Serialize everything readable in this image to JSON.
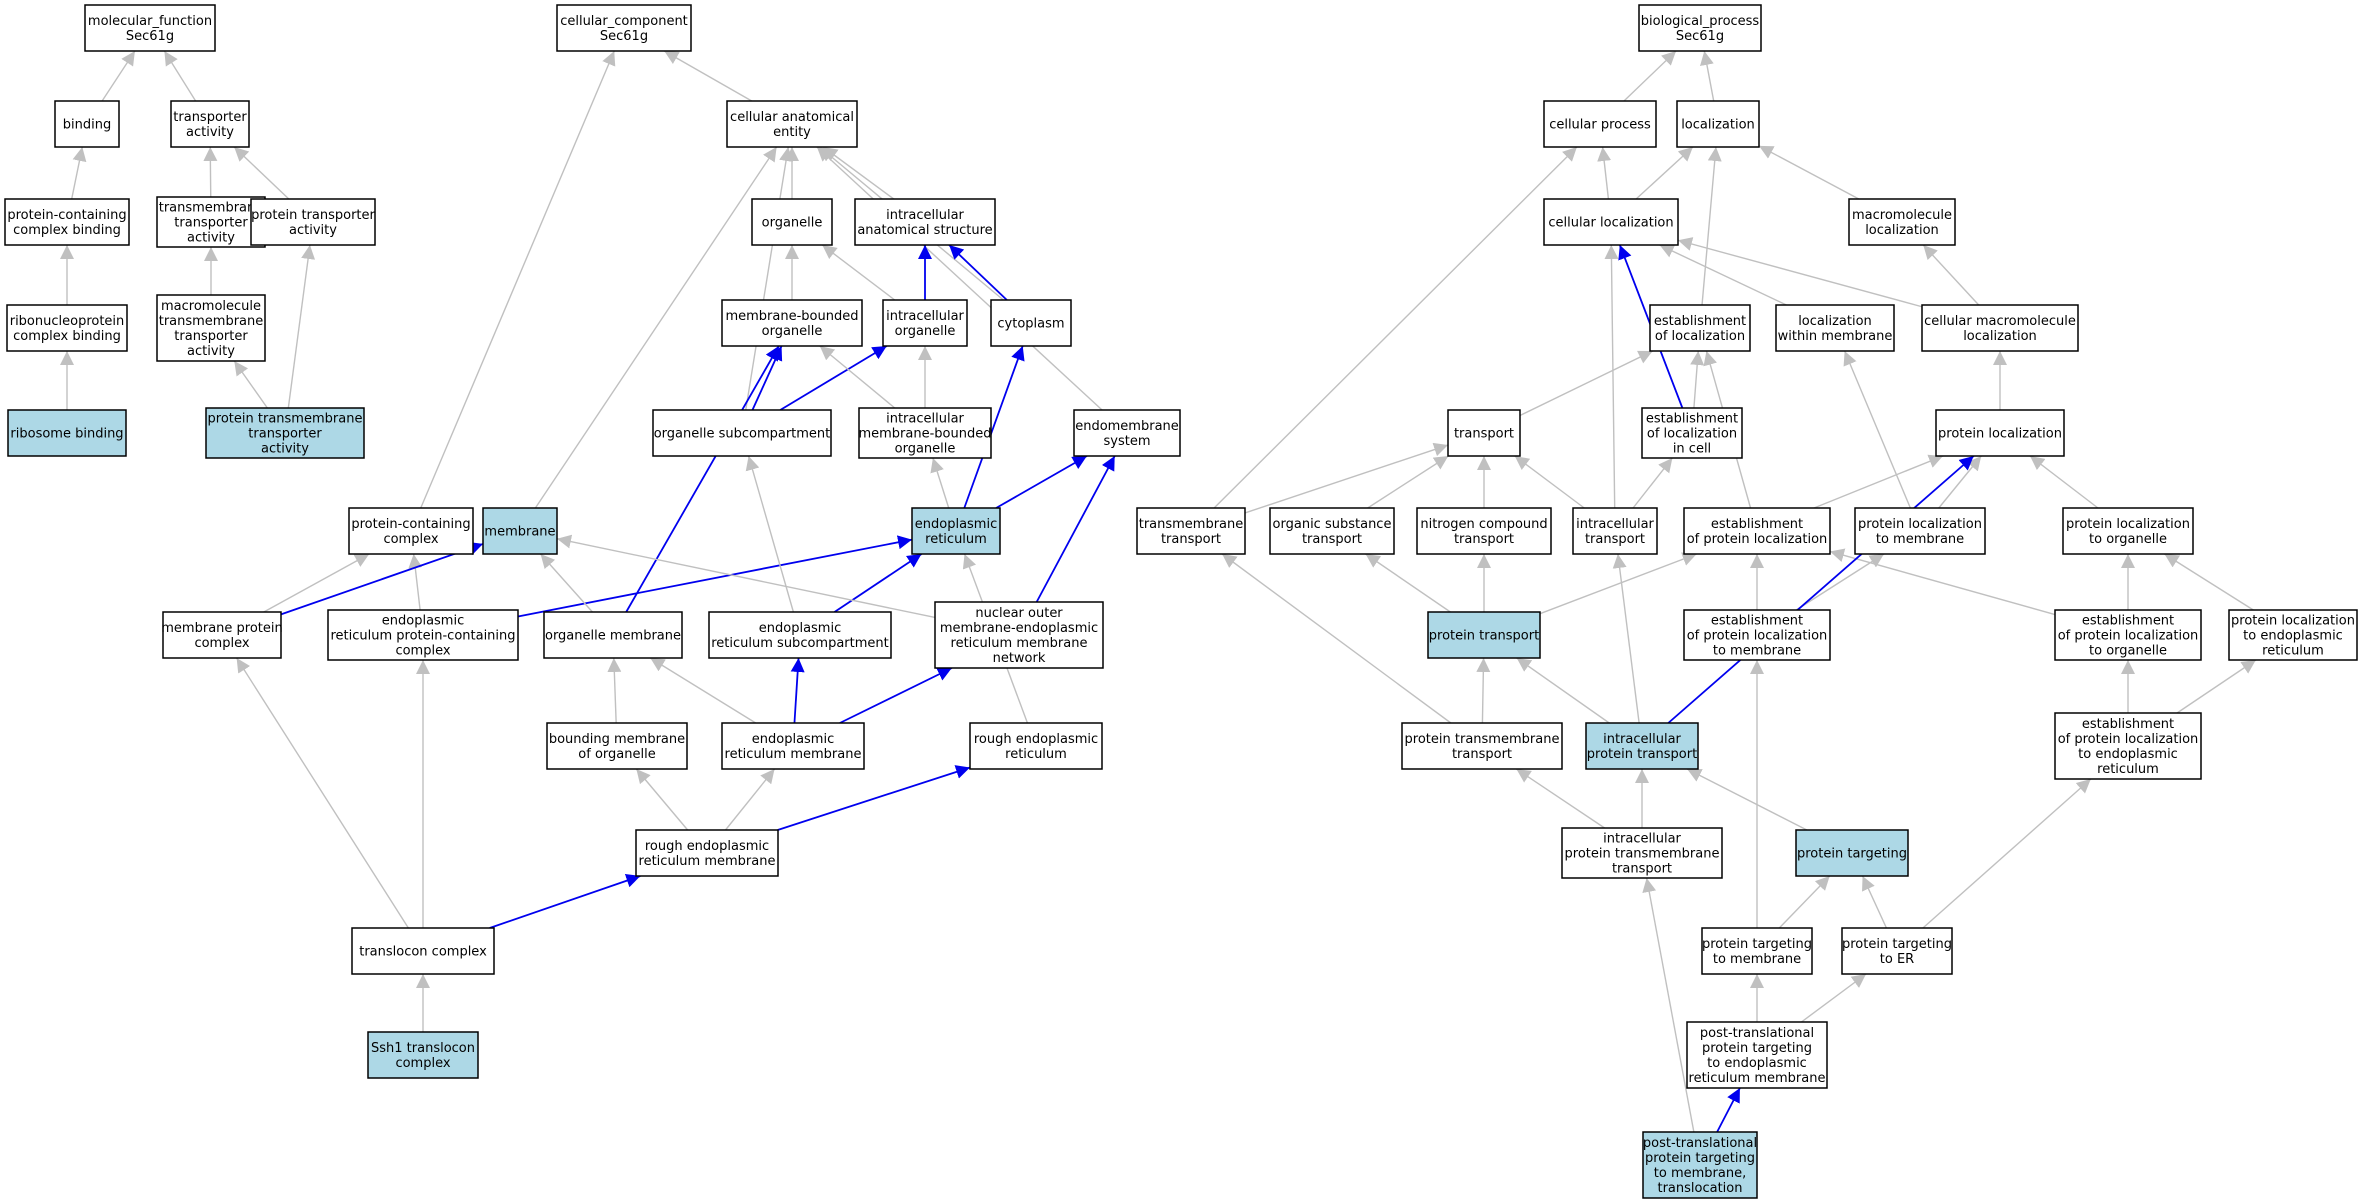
{
  "colors": {
    "default_fill": "#ffffff",
    "highlight_fill": "#add8e6",
    "grey_edge": "#c0c0c0",
    "blue_edge": "#0000ee"
  },
  "nodes": {
    "mf_root": {
      "lines": [
        "molecular_function",
        "Sec61g"
      ]
    },
    "binding": {
      "lines": [
        "binding"
      ]
    },
    "transporter_activity": {
      "lines": [
        "transporter",
        "activity"
      ]
    },
    "pc_binding": {
      "lines": [
        "protein-containing",
        "complex binding"
      ]
    },
    "tm_transporter": {
      "lines": [
        "transmembrane",
        "transporter",
        "activity"
      ]
    },
    "protein_transporter": {
      "lines": [
        "protein transporter",
        "activity"
      ]
    },
    "rnp_binding": {
      "lines": [
        "ribonucleoprotein",
        "complex binding"
      ]
    },
    "macro_tm": {
      "lines": [
        "macromolecule",
        "transmembrane",
        "transporter",
        "activity"
      ]
    },
    "ribosome_binding": {
      "lines": [
        "ribosome binding"
      ],
      "highlight": true
    },
    "ptm_activity": {
      "lines": [
        "protein transmembrane",
        "transporter",
        "activity"
      ],
      "highlight": true
    },
    "cc_root": {
      "lines": [
        "cellular_component",
        "Sec61g"
      ]
    },
    "cae": {
      "lines": [
        "cellular anatomical",
        "entity"
      ]
    },
    "organelle": {
      "lines": [
        "organelle"
      ]
    },
    "ias": {
      "lines": [
        "intracellular",
        "anatomical structure"
      ]
    },
    "mbo": {
      "lines": [
        "membrane-bounded",
        "organelle"
      ]
    },
    "int_org": {
      "lines": [
        "intracellular",
        "organelle"
      ]
    },
    "cytoplasm": {
      "lines": [
        "cytoplasm"
      ]
    },
    "org_sub": {
      "lines": [
        "organelle subcompartment"
      ]
    },
    "imbo": {
      "lines": [
        "intracellular",
        "membrane-bounded",
        "organelle"
      ]
    },
    "endomem": {
      "lines": [
        "endomembrane",
        "system"
      ]
    },
    "pcc": {
      "lines": [
        "protein-containing",
        "complex"
      ]
    },
    "membrane": {
      "lines": [
        "membrane"
      ],
      "highlight": true
    },
    "er": {
      "lines": [
        "endoplasmic",
        "reticulum"
      ],
      "highlight": true
    },
    "mpc": {
      "lines": [
        "membrane protein",
        "complex"
      ]
    },
    "erpcc": {
      "lines": [
        "endoplasmic",
        "reticulum protein-containing",
        "complex"
      ]
    },
    "org_mem": {
      "lines": [
        "organelle membrane"
      ]
    },
    "er_sub": {
      "lines": [
        "endoplasmic",
        "reticulum subcompartment"
      ]
    },
    "nuc_outer": {
      "lines": [
        "nuclear outer",
        "membrane-endoplasmic",
        "reticulum membrane",
        "network"
      ]
    },
    "bmo": {
      "lines": [
        "bounding membrane",
        "of organelle"
      ]
    },
    "er_mem": {
      "lines": [
        "endoplasmic",
        "reticulum membrane"
      ]
    },
    "rough_er": {
      "lines": [
        "rough endoplasmic",
        "reticulum"
      ]
    },
    "rer_mem": {
      "lines": [
        "rough endoplasmic",
        "reticulum membrane"
      ]
    },
    "translocon": {
      "lines": [
        "translocon complex"
      ]
    },
    "ssh1": {
      "lines": [
        "Ssh1 translocon",
        "complex"
      ],
      "highlight": true
    },
    "bp_root": {
      "lines": [
        "biological_process",
        "Sec61g"
      ]
    },
    "cell_proc": {
      "lines": [
        "cellular process"
      ]
    },
    "localization": {
      "lines": [
        "localization"
      ]
    },
    "cell_loc": {
      "lines": [
        "cellular localization"
      ]
    },
    "macro_loc": {
      "lines": [
        "macromolecule",
        "localization"
      ]
    },
    "est_loc": {
      "lines": [
        "establishment",
        "of localization"
      ]
    },
    "loc_within_mem": {
      "lines": [
        "localization",
        "within membrane"
      ]
    },
    "cell_macro_loc": {
      "lines": [
        "cellular macromolecule",
        "localization"
      ]
    },
    "transport": {
      "lines": [
        "transport"
      ]
    },
    "est_loc_cell": {
      "lines": [
        "establishment",
        "of localization",
        "in cell"
      ]
    },
    "prot_loc": {
      "lines": [
        "protein localization"
      ]
    },
    "tm_transport": {
      "lines": [
        "transmembrane",
        "transport"
      ]
    },
    "org_sub_transport": {
      "lines": [
        "organic substance",
        "transport"
      ]
    },
    "nitrogen_transport": {
      "lines": [
        "nitrogen compound",
        "transport"
      ]
    },
    "ic_transport": {
      "lines": [
        "intracellular",
        "transport"
      ]
    },
    "est_prot_loc": {
      "lines": [
        "establishment",
        "of protein localization"
      ]
    },
    "prot_loc_mem": {
      "lines": [
        "protein localization",
        "to membrane"
      ]
    },
    "prot_loc_org": {
      "lines": [
        "protein localization",
        "to organelle"
      ]
    },
    "prot_transport": {
      "lines": [
        "protein transport"
      ],
      "highlight": true
    },
    "est_prot_loc_mem": {
      "lines": [
        "establishment",
        "of protein localization",
        "to membrane"
      ]
    },
    "est_prot_loc_org": {
      "lines": [
        "establishment",
        "of protein localization",
        "to organelle"
      ]
    },
    "prot_loc_er": {
      "lines": [
        "protein localization",
        "to endoplasmic",
        "reticulum"
      ]
    },
    "ptm_transport": {
      "lines": [
        "protein transmembrane",
        "transport"
      ]
    },
    "ic_prot_transport": {
      "lines": [
        "intracellular",
        "protein transport"
      ],
      "highlight": true
    },
    "est_prot_loc_er": {
      "lines": [
        "establishment",
        "of protein localization",
        "to endoplasmic",
        "reticulum"
      ]
    },
    "ic_ptm_transport": {
      "lines": [
        "intracellular",
        "protein transmembrane",
        "transport"
      ]
    },
    "prot_targeting": {
      "lines": [
        "protein targeting"
      ],
      "highlight": true
    },
    "pt_mem": {
      "lines": [
        "protein targeting",
        "to membrane"
      ]
    },
    "pt_er": {
      "lines": [
        "protein targeting",
        "to ER"
      ]
    },
    "post_trans": {
      "lines": [
        "post-translational",
        "protein targeting",
        "to endoplasmic",
        "reticulum membrane"
      ]
    },
    "post_trans_transloc": {
      "lines": [
        "post-translational",
        "protein targeting",
        "to membrane,",
        "translocation"
      ],
      "highlight": true
    }
  },
  "edges": [
    [
      "binding",
      "mf_root",
      "g"
    ],
    [
      "transporter_activity",
      "mf_root",
      "g"
    ],
    [
      "pc_binding",
      "binding",
      "g"
    ],
    [
      "tm_transporter",
      "transporter_activity",
      "g"
    ],
    [
      "protein_transporter",
      "transporter_activity",
      "g"
    ],
    [
      "rnp_binding",
      "pc_binding",
      "g"
    ],
    [
      "macro_tm",
      "tm_transporter",
      "g"
    ],
    [
      "ribosome_binding",
      "rnp_binding",
      "g"
    ],
    [
      "ptm_activity",
      "macro_tm",
      "g"
    ],
    [
      "ptm_activity",
      "protein_transporter",
      "g"
    ],
    [
      "cae",
      "cc_root",
      "g"
    ],
    [
      "pcc",
      "cc_root",
      "g"
    ],
    [
      "organelle",
      "cae",
      "g"
    ],
    [
      "ias",
      "cae",
      "g"
    ],
    [
      "cytoplasm",
      "cae",
      "g"
    ],
    [
      "endomem",
      "cae",
      "g"
    ],
    [
      "membrane",
      "cae",
      "g"
    ],
    [
      "org_sub",
      "cae",
      "g"
    ],
    [
      "mbo",
      "organelle",
      "g"
    ],
    [
      "int_org",
      "organelle",
      "g"
    ],
    [
      "int_org",
      "ias",
      "b"
    ],
    [
      "cytoplasm",
      "ias",
      "b"
    ],
    [
      "org_sub",
      "mbo",
      "b"
    ],
    [
      "org_sub",
      "int_org",
      "b"
    ],
    [
      "imbo",
      "mbo",
      "g"
    ],
    [
      "imbo",
      "int_org",
      "g"
    ],
    [
      "er",
      "cytoplasm",
      "b"
    ],
    [
      "er",
      "endomem",
      "b"
    ],
    [
      "er",
      "imbo",
      "g"
    ],
    [
      "mpc",
      "pcc",
      "g"
    ],
    [
      "erpcc",
      "pcc",
      "g"
    ],
    [
      "mpc",
      "membrane",
      "b"
    ],
    [
      "erpcc",
      "er",
      "b"
    ],
    [
      "org_mem",
      "membrane",
      "g"
    ],
    [
      "org_mem",
      "mbo",
      "b"
    ],
    [
      "er_sub",
      "org_sub",
      "g"
    ],
    [
      "er_sub",
      "er",
      "b"
    ],
    [
      "nuc_outer",
      "membrane",
      "g"
    ],
    [
      "nuc_outer",
      "endomem",
      "b"
    ],
    [
      "bmo",
      "org_mem",
      "g"
    ],
    [
      "er_mem",
      "org_mem",
      "g"
    ],
    [
      "er_mem",
      "er_sub",
      "b"
    ],
    [
      "er_mem",
      "nuc_outer",
      "b"
    ],
    [
      "rough_er",
      "er",
      "g"
    ],
    [
      "rer_mem",
      "bmo",
      "g"
    ],
    [
      "rer_mem",
      "er_mem",
      "g"
    ],
    [
      "rer_mem",
      "rough_er",
      "b"
    ],
    [
      "translocon",
      "rer_mem",
      "b"
    ],
    [
      "translocon",
      "mpc",
      "g"
    ],
    [
      "translocon",
      "erpcc",
      "g"
    ],
    [
      "ssh1",
      "translocon",
      "g"
    ],
    [
      "cell_proc",
      "bp_root",
      "g"
    ],
    [
      "localization",
      "bp_root",
      "g"
    ],
    [
      "cell_loc",
      "cell_proc",
      "g"
    ],
    [
      "cell_loc",
      "localization",
      "g"
    ],
    [
      "macro_loc",
      "localization",
      "g"
    ],
    [
      "est_loc",
      "localization",
      "g"
    ],
    [
      "loc_within_mem",
      "cell_loc",
      "g"
    ],
    [
      "cell_macro_loc",
      "cell_loc",
      "g"
    ],
    [
      "cell_macro_loc",
      "macro_loc",
      "g"
    ],
    [
      "transport",
      "est_loc",
      "g"
    ],
    [
      "est_loc_cell",
      "est_loc",
      "g"
    ],
    [
      "est_loc_cell",
      "cell_loc",
      "b"
    ],
    [
      "prot_loc",
      "cell_macro_loc",
      "g"
    ],
    [
      "tm_transport",
      "transport",
      "g"
    ],
    [
      "org_sub_transport",
      "transport",
      "g"
    ],
    [
      "nitrogen_transport",
      "transport",
      "g"
    ],
    [
      "ic_transport",
      "transport",
      "g"
    ],
    [
      "ic_transport",
      "est_loc_cell",
      "g"
    ],
    [
      "ic_transport",
      "cell_loc",
      "g"
    ],
    [
      "tm_transport",
      "cell_proc",
      "g"
    ],
    [
      "est_prot_loc",
      "est_loc",
      "g"
    ],
    [
      "est_prot_loc",
      "prot_loc",
      "g"
    ],
    [
      "prot_loc_mem",
      "prot_loc",
      "g"
    ],
    [
      "prot_loc_mem",
      "loc_within_mem",
      "g"
    ],
    [
      "prot_loc_org",
      "prot_loc",
      "g"
    ],
    [
      "prot_transport",
      "org_sub_transport",
      "g"
    ],
    [
      "prot_transport",
      "nitrogen_transport",
      "g"
    ],
    [
      "prot_transport",
      "est_prot_loc",
      "g"
    ],
    [
      "est_prot_loc_mem",
      "est_prot_loc",
      "g"
    ],
    [
      "est_prot_loc_mem",
      "prot_loc_mem",
      "g"
    ],
    [
      "est_prot_loc_org",
      "est_prot_loc",
      "g"
    ],
    [
      "est_prot_loc_org",
      "prot_loc_org",
      "g"
    ],
    [
      "prot_loc_er",
      "prot_loc_org",
      "g"
    ],
    [
      "ptm_transport",
      "tm_transport",
      "g"
    ],
    [
      "ptm_transport",
      "prot_transport",
      "g"
    ],
    [
      "ic_prot_transport",
      "prot_transport",
      "g"
    ],
    [
      "ic_prot_transport",
      "ic_transport",
      "g"
    ],
    [
      "ic_prot_transport",
      "prot_loc",
      "b"
    ],
    [
      "est_prot_loc_er",
      "est_prot_loc_org",
      "g"
    ],
    [
      "est_prot_loc_er",
      "prot_loc_er",
      "g"
    ],
    [
      "ic_ptm_transport",
      "ptm_transport",
      "g"
    ],
    [
      "ic_ptm_transport",
      "ic_prot_transport",
      "g"
    ],
    [
      "prot_targeting",
      "ic_prot_transport",
      "g"
    ],
    [
      "pt_mem",
      "prot_targeting",
      "g"
    ],
    [
      "pt_mem",
      "est_prot_loc_mem",
      "g"
    ],
    [
      "pt_er",
      "prot_targeting",
      "g"
    ],
    [
      "pt_er",
      "est_prot_loc_er",
      "g"
    ],
    [
      "post_trans",
      "pt_mem",
      "g"
    ],
    [
      "post_trans",
      "pt_er",
      "g"
    ],
    [
      "post_trans_transloc",
      "post_trans",
      "b"
    ],
    [
      "post_trans_transloc",
      "ic_ptm_transport",
      "g"
    ]
  ]
}
